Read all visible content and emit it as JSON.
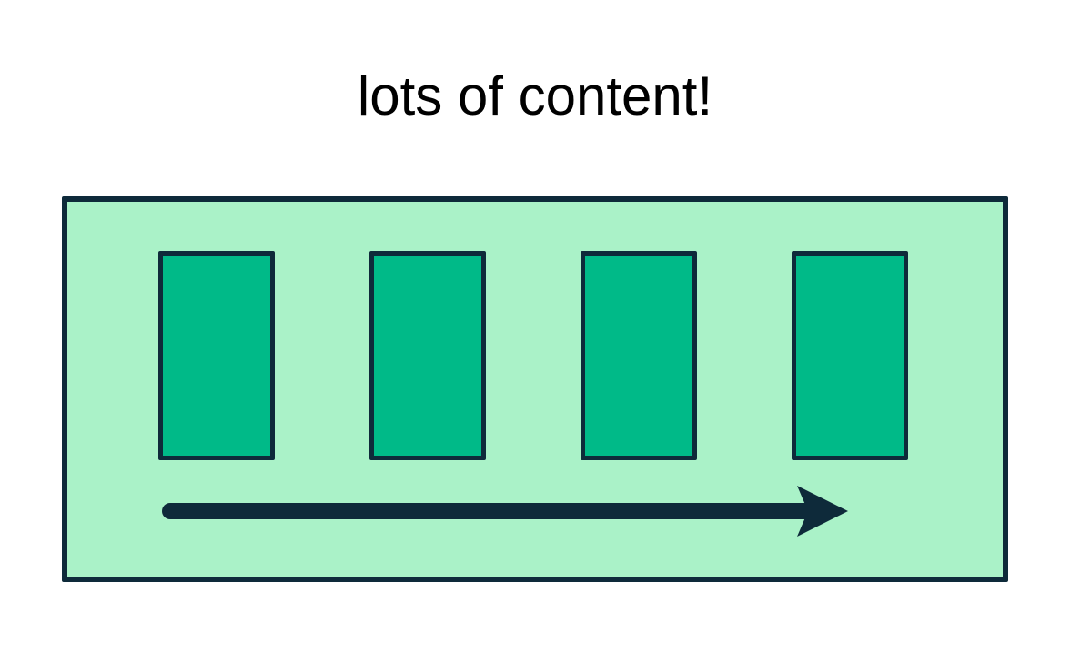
{
  "title": {
    "text": "lots of content!",
    "color": "#000000"
  },
  "diagram": {
    "container": {
      "fill": "#aaf2c8",
      "stroke": "#0e2a3a"
    },
    "content_blocks": {
      "count": 4,
      "fill": "#00ba88",
      "stroke": "#0e2a3a"
    },
    "arrow": {
      "direction": "right",
      "color": "#0e2a3a"
    }
  },
  "page": {
    "background": "#ffffff"
  }
}
